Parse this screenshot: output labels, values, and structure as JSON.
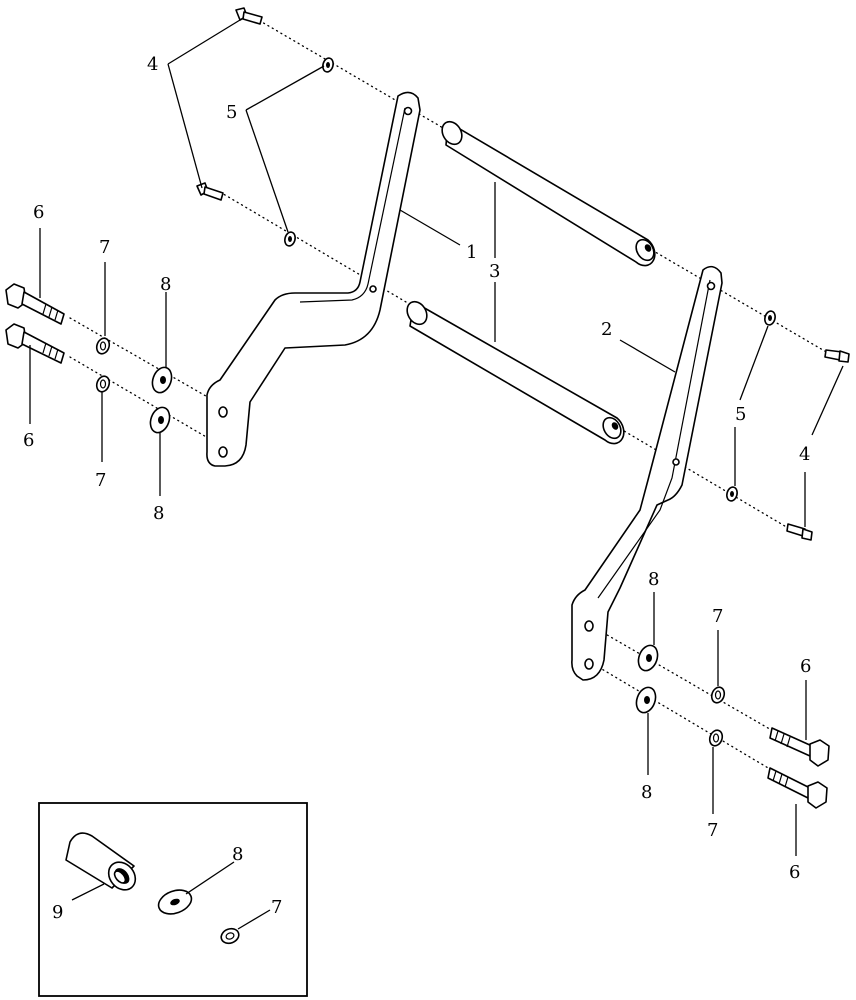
{
  "callouts": {
    "c1": "1",
    "c2": "2",
    "c3a": "3",
    "c3b": "3",
    "c4_tl": "4",
    "c4_r": "4",
    "c5_tl": "5",
    "c5_r": "5",
    "c6_tl": "6",
    "c6_ml": "6",
    "c6_tr": "6",
    "c6_br": "6",
    "c7_tl": "7",
    "c7_ml": "7",
    "c7_tr": "7",
    "c7_br": "7",
    "c7_inset": "7",
    "c8_tl": "8",
    "c8_ml": "8",
    "c8_tr": "8",
    "c8_br": "8",
    "c8_inset": "8",
    "c9_inset": "9"
  }
}
